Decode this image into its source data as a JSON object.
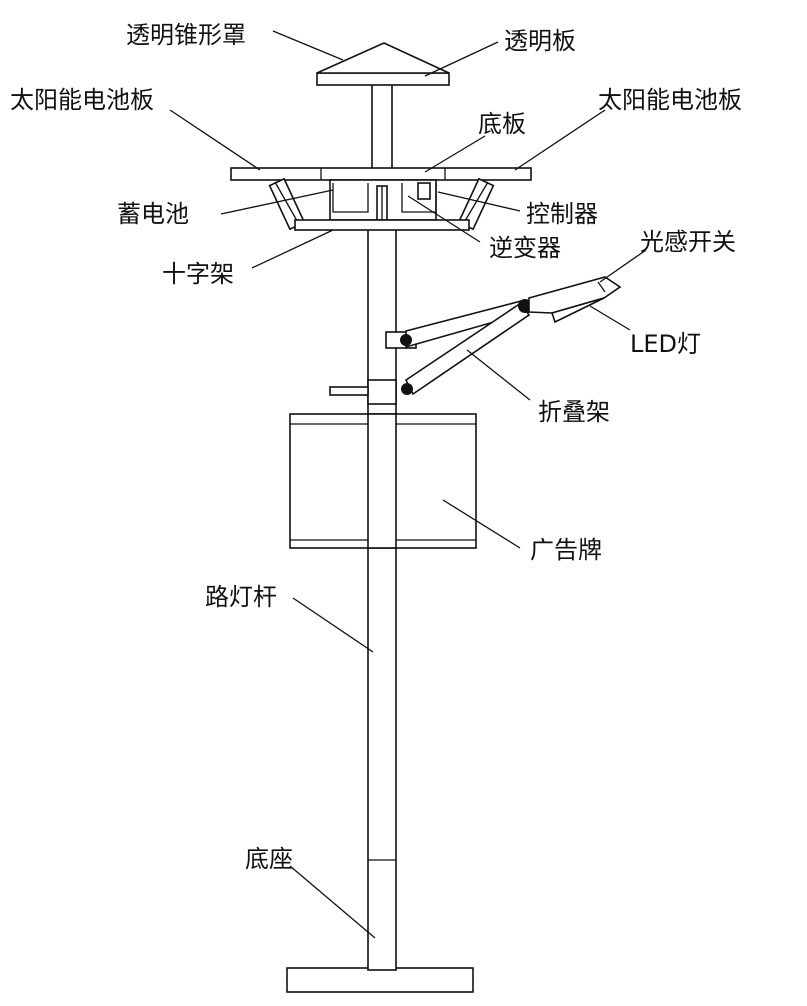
{
  "labels": {
    "cone_cover": "透明锥形罩",
    "transparent_plate": "透明板",
    "solar_panel_left": "太阳能电池板",
    "solar_panel_right": "太阳能电池板",
    "base_plate": "底板",
    "battery": "蓄电池",
    "controller": "控制器",
    "inverter": "逆变器",
    "cross_frame": "十字架",
    "light_switch": "光感开关",
    "led_lamp": "LED灯",
    "folding_frame": "折叠架",
    "billboard": "广告牌",
    "pole": "路灯杆",
    "base": "底座"
  },
  "colors": {
    "line": "#111111",
    "background": "#ffffff"
  }
}
